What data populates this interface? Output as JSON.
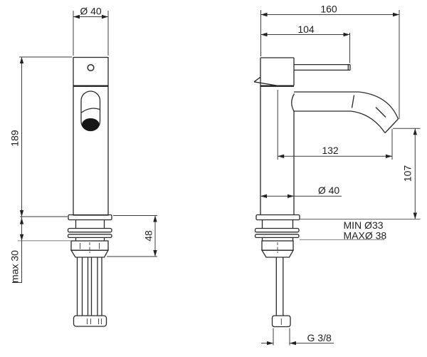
{
  "drawing": {
    "title": "single-lever basin mixer technical drawing",
    "colors": {
      "background": "#ffffff",
      "part_line": "#2a2a2a",
      "dimension_line": "#3d3d3d",
      "reference_line": "#8f8f8f",
      "spout_mouth_fill": "#161616",
      "text": "#1e1e1e"
    },
    "views": {
      "front": {
        "name": "front view"
      },
      "side": {
        "name": "side view"
      }
    },
    "dimensions": {
      "front_diameter": "Ø 40",
      "body_height": "189",
      "max_counter": "max 30",
      "shank_height": "48",
      "total_depth": "160",
      "handle_depth": "104",
      "spout_reach": "132",
      "spout_height": "107",
      "side_diameter": "Ø 40",
      "hole_min": "MIN Ø33",
      "hole_max": "MAXØ 38",
      "thread": "G 3/8"
    }
  }
}
